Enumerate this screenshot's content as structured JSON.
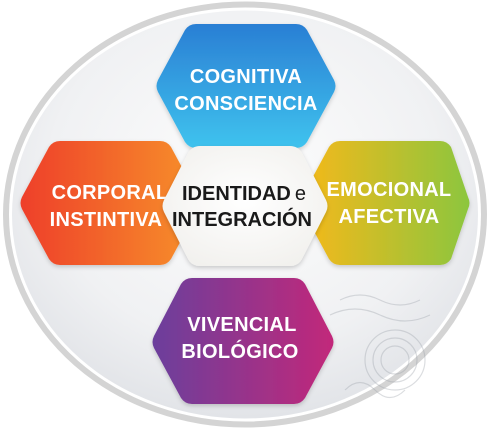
{
  "diagram": {
    "center": {
      "line1_main": "IDENTIDAD",
      "line1_suffix": "e",
      "line2": "INTEGRACIÓN"
    },
    "top": {
      "line1": "COGNITIVA",
      "line2": "CONSCIENCIA",
      "color_top": "#2a7fd4",
      "color_bottom": "#3fc3ee"
    },
    "left": {
      "line1": "CORPORAL",
      "line2": "INSTINTIVA",
      "color_left": "#ee3f2a",
      "color_right": "#f7912a"
    },
    "right": {
      "line1": "EMOCIONAL",
      "line2": "AFECTIVA",
      "color_left": "#f7b81a",
      "color_right": "#8cc63e"
    },
    "bottom": {
      "line1": "VIVENCIAL",
      "line2": "BIOLÓGICO",
      "color_left": "#6b3f9c",
      "color_right": "#c2287a"
    },
    "ring_color": "#d4d4d4",
    "center_color": "#f2f1ee"
  }
}
